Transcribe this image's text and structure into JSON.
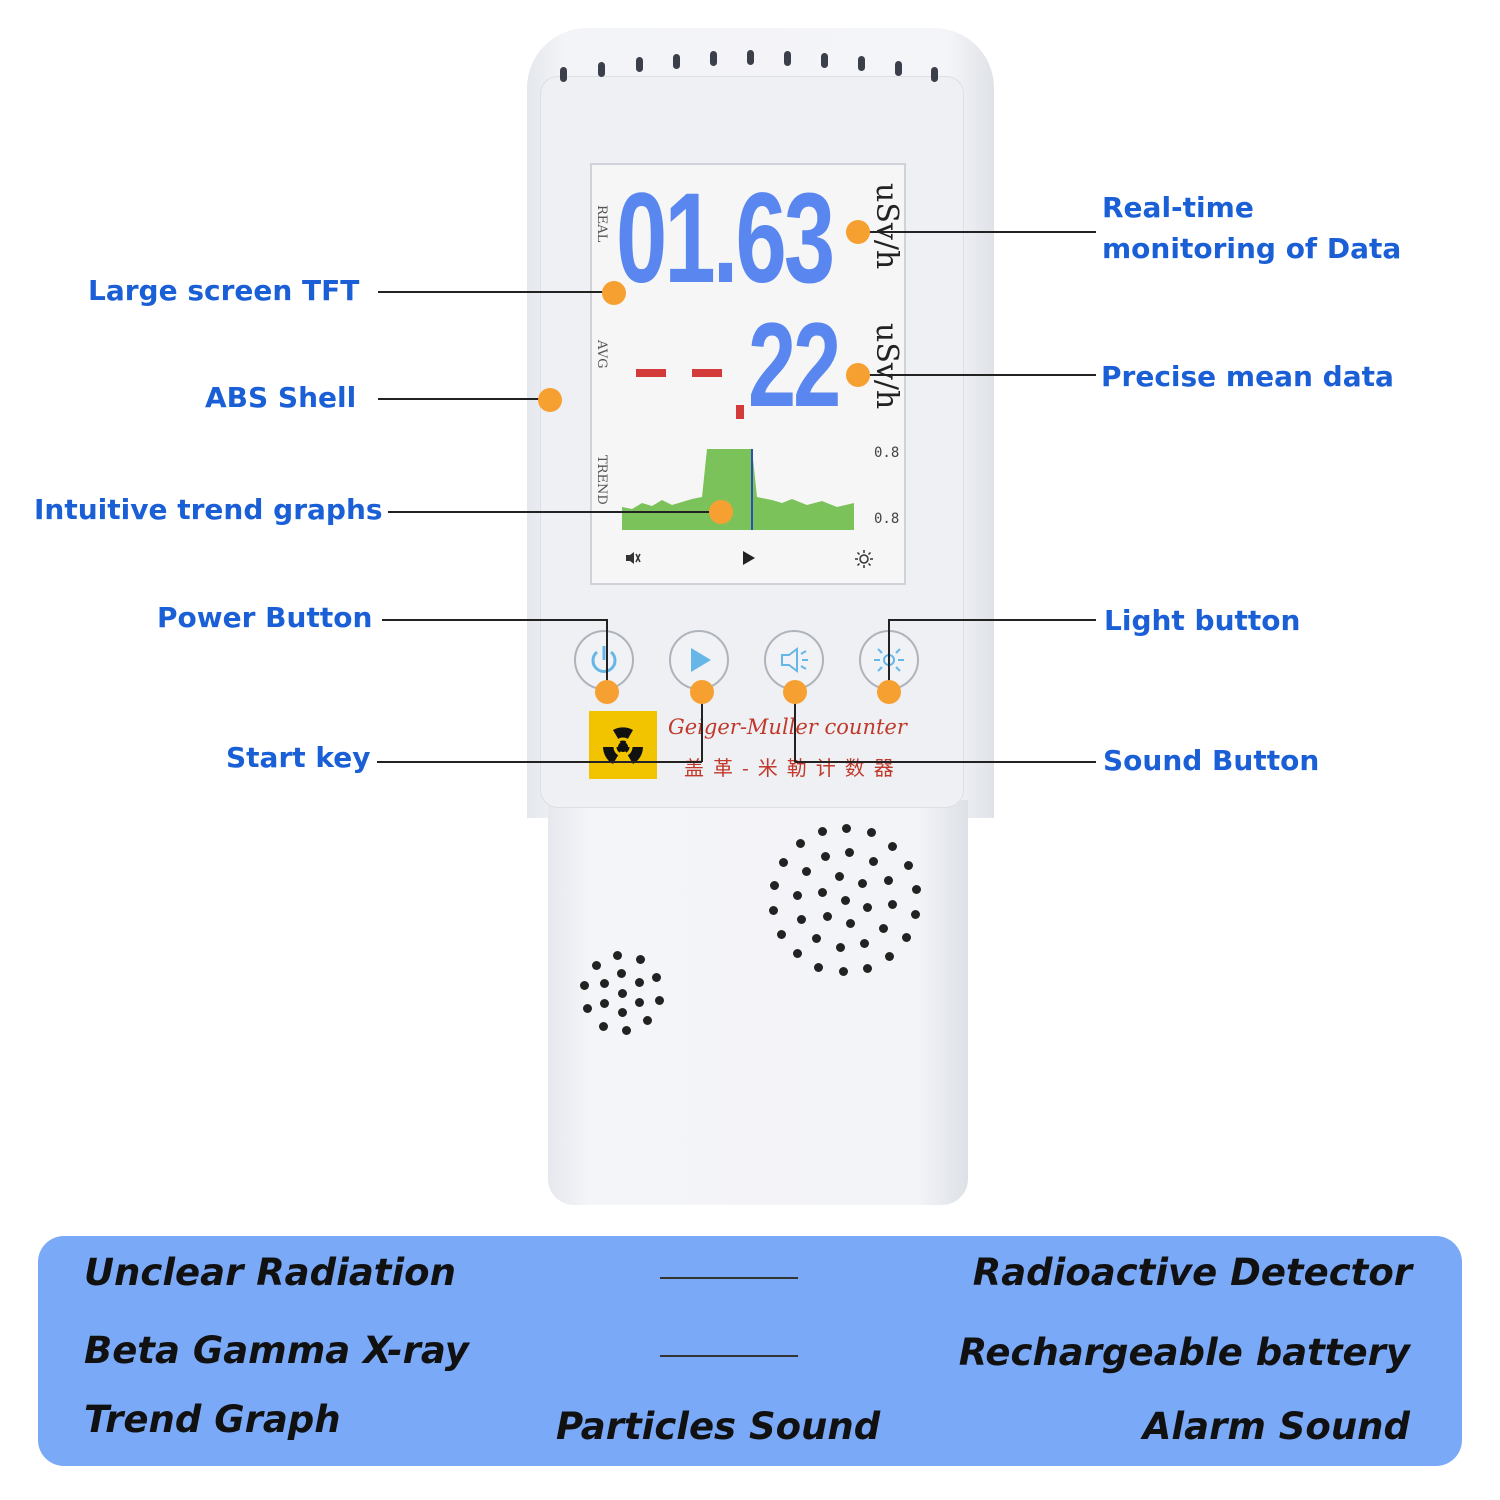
{
  "screen": {
    "real_label": "REAL",
    "real_value": "01.63",
    "real_unit": "uSv/h",
    "avg_label": "AVG",
    "avg_value": "22",
    "avg_unit": "uSv/h",
    "trend_label": "TREND",
    "trend_scale_top": "0.8",
    "trend_scale_bottom": "0.8",
    "icons": [
      "mute-icon",
      "play-icon",
      "brightness-icon"
    ]
  },
  "brand": {
    "english": "Geiger-Muller counter",
    "chinese": "盖革-米勒计数器"
  },
  "callouts": {
    "large_screen": "Large screen TFT",
    "abs_shell": "ABS Shell",
    "trend_graphs": "Intuitive trend graphs",
    "power_button": "Power Button",
    "start_key": "Start key",
    "realtime_line1": "Real-time",
    "realtime_line2": "monitoring of Data",
    "mean_data": "Precise mean data",
    "light_button": "Light button",
    "sound_button": "Sound Button"
  },
  "features": {
    "left": [
      "Unclear Radiation",
      "Beta Gamma X-ray",
      "Trend Graph"
    ],
    "middle": "Particles Sound",
    "right": [
      "Radioactive Detector",
      "Rechargeable battery",
      "Alarm Sound"
    ]
  },
  "colors": {
    "callout_text": "#1a5fd6",
    "digits": "#5a86f0",
    "trend_fill": "#7cc25a",
    "marker": "#f7a032",
    "feature_bar": "#7aa9f7",
    "radiation_yellow": "#f2c400"
  }
}
